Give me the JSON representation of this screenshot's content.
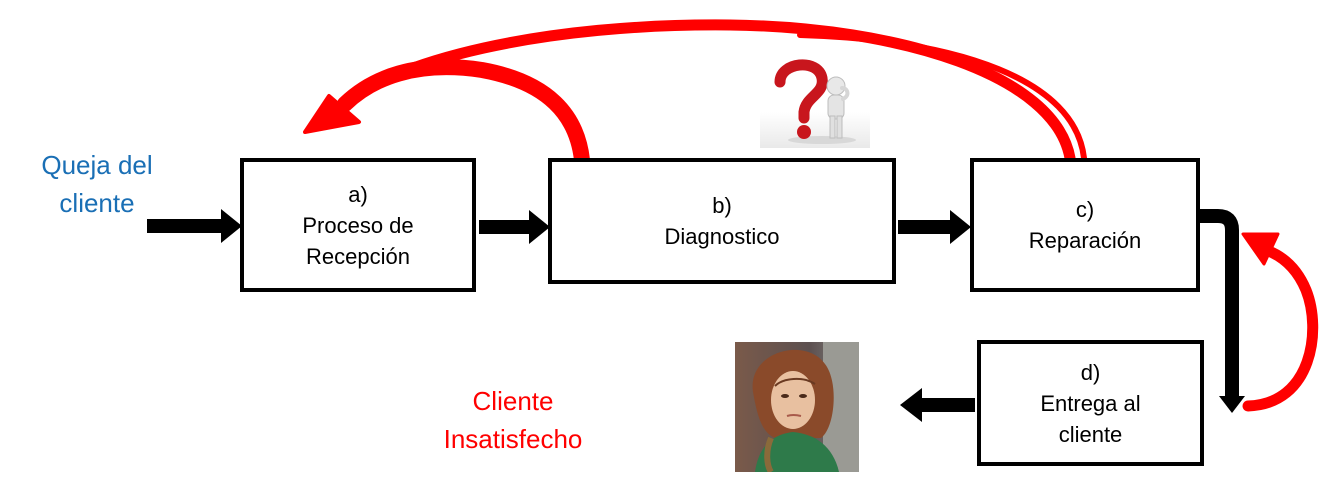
{
  "start_label": [
    "Queja del",
    "cliente"
  ],
  "end_label": [
    "Cliente",
    "Insatisfecho"
  ],
  "steps": [
    {
      "letter": "a)",
      "lines": [
        "Proceso de",
        "Recepción"
      ]
    },
    {
      "letter": "b)",
      "lines": [
        "Diagnostico"
      ]
    },
    {
      "letter": "c)",
      "lines": [
        "Reparación"
      ]
    },
    {
      "letter": "d)",
      "lines": [
        "Entrega al",
        "cliente"
      ]
    }
  ],
  "icons": {
    "question": "question-mark-figure-icon",
    "customer": "unhappy-customer-photo"
  },
  "colors": {
    "flow_arrow": "#000000",
    "rework_arrow": "#ff0000",
    "start_label": "#1a6fb5",
    "end_label": "#ff0000"
  }
}
